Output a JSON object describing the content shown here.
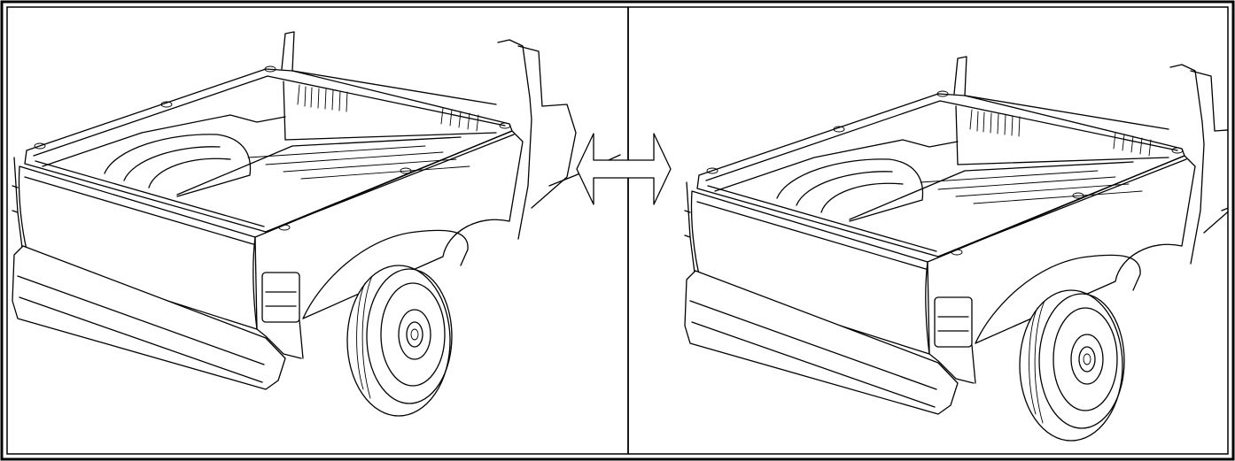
{
  "figure": {
    "panels": [
      {
        "id": "left",
        "subject": "truck-bed-with-rail-caps"
      },
      {
        "id": "right",
        "subject": "truck-bed-alternate"
      }
    ],
    "connector": {
      "icon": "double-arrow-icon"
    },
    "colors": {
      "line": "#000000",
      "background": "#ffffff"
    }
  }
}
